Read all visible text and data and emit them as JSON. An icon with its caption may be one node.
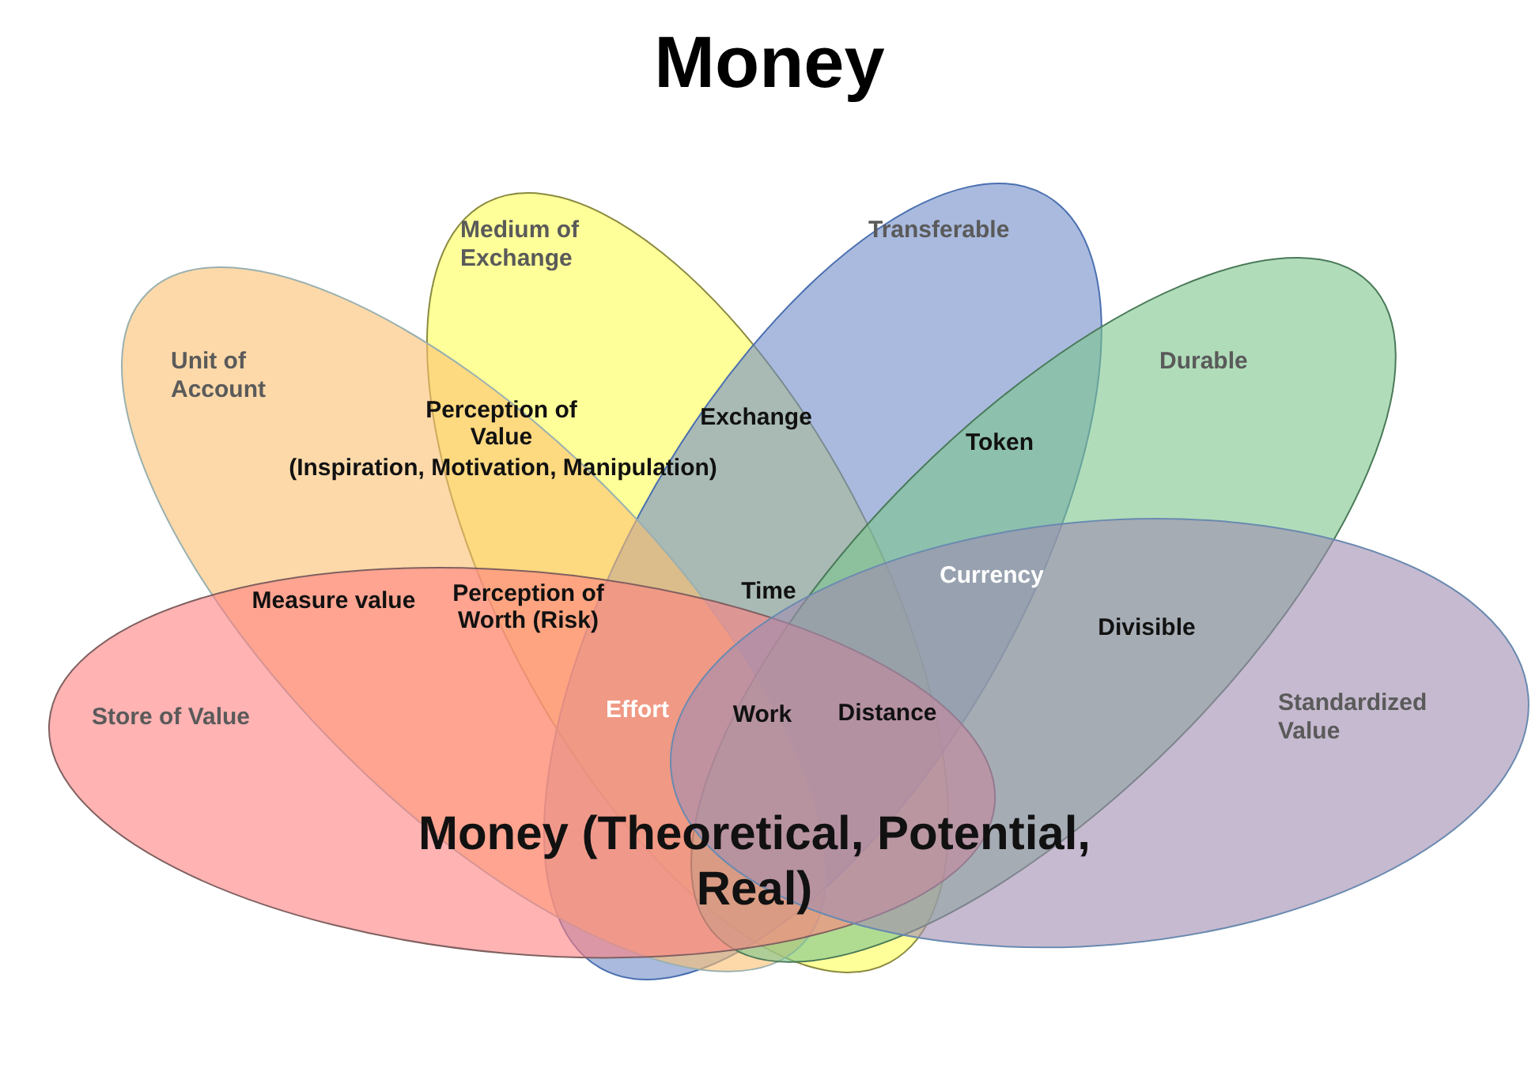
{
  "diagram": {
    "title": "Money",
    "nodes": [
      {
        "text": [
          "Medium of Exchange"
        ]
      },
      {
        "text": [
          "Transferable"
        ]
      },
      {
        "text": [
          "Unit of Account"
        ]
      },
      {
        "text": [
          "Durable"
        ]
      },
      {
        "text": [
          "Store of Value"
        ]
      },
      {
        "text": [
          "Standardized Value"
        ]
      }
    ],
    "edges": [],
    "labels": [
      "Perception of Value",
      "Exchange",
      "Token",
      "(Inspiration, Motivation, Manipulation)",
      "Measure value",
      "Perception of Worth (Risk)",
      "Time",
      "Currency",
      "Divisible",
      "Effort",
      "Work",
      "Distance",
      "Money (Theoretical, Potential, Real)"
    ]
  }
}
